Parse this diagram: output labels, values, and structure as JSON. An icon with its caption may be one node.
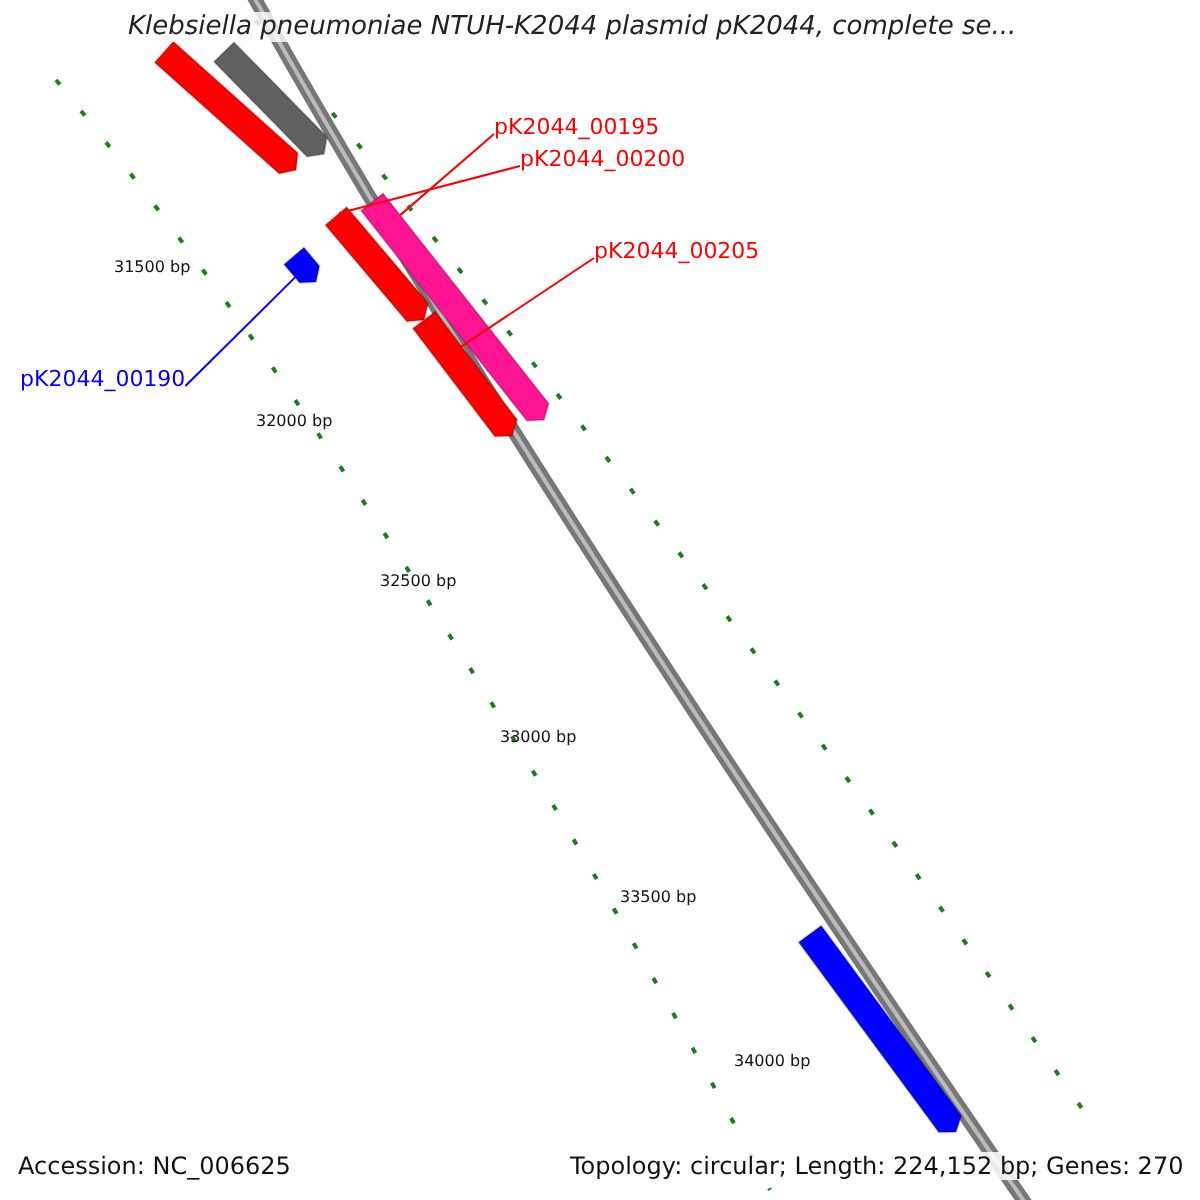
{
  "diagram": {
    "title": "Klebsiella pneumoniae NTUH-K2044 plasmid pK2044, complete se...",
    "nodes": [
      {
        "text": [
          "pK2044_00195"
        ]
      },
      {
        "text": [
          "pK2044_00200"
        ]
      },
      {
        "text": [
          "pK2044_00205"
        ]
      },
      {
        "text": [
          "pK2044_00190"
        ]
      },
      {
        "text": [],
        "shape": "bar"
      },
      {
        "text": [],
        "shape": "bar"
      },
      {
        "text": [],
        "shape": "bar"
      },
      {
        "text": [],
        "shape": "bar"
      },
      {
        "text": [],
        "shape": "bar"
      },
      {
        "text": [],
        "shape": "bar"
      },
      {
        "text": [],
        "shape": "bar"
      }
    ],
    "edges": [
      {
        "from": 0,
        "to": 6,
        "arrow": "none"
      },
      {
        "from": 1,
        "to": 4,
        "arrow": "none"
      },
      {
        "from": 2,
        "to": 5,
        "arrow": "none"
      },
      {
        "from": 3,
        "to": 7,
        "arrow": "none",
        "color": "#0000ff"
      }
    ],
    "labels": [
      "31500 bp",
      "32000 bp",
      "32500 bp",
      "33000 bp",
      "33500 bp",
      "34000 bp",
      "Accession: NC_006625",
      "Topology: circular; Length: 224,152 bp; Genes: 270"
    ]
  }
}
